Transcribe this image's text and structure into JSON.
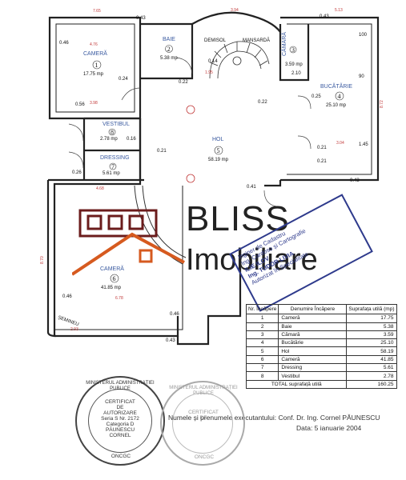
{
  "rooms": [
    {
      "name": "CAMERĂ",
      "num": "1",
      "area": "17.75 mp"
    },
    {
      "name": "BAIE",
      "num": "2",
      "area": "5.38 mp"
    },
    {
      "name": "CĂMARĂ",
      "num": "3",
      "area": "3.59 mp"
    },
    {
      "name": "BUCĂTĂRIE",
      "num": "4",
      "area": "25.10 mp"
    },
    {
      "name": "HOL",
      "num": "5",
      "area": "58.19 mp"
    },
    {
      "name": "CAMERĂ",
      "num": "6",
      "area": "41.85 mp"
    },
    {
      "name": "DRESSING",
      "num": "7",
      "area": "5.61 mp"
    },
    {
      "name": "VESTIBUL",
      "num": "8",
      "area": "2.78 mp"
    }
  ],
  "labels": {
    "demisol": "DEMISOL",
    "mansarda": "MANSARDĂ",
    "semineu": "ȘEMINEU"
  },
  "dims": {
    "d_765": "7.65",
    "d_043a": "0.43",
    "d_394": "3.94",
    "d_043b": "0.43",
    "d_513": "5.13",
    "d_046a": "0.46",
    "d_476": "4.76",
    "d_014": "0.14",
    "d_022a": "0.22",
    "d_024": "0.24",
    "d_056": "0.56",
    "d_398": "3.98",
    "d_022b": "0.22",
    "d_025": "0.25",
    "d_016": "0.16",
    "d_021a": "0.21",
    "d_026": "0.26",
    "d_021b": "0.21",
    "d_021c": "0.21",
    "d_043c": "0.43",
    "d_041": "0.41",
    "d_468": "4.68",
    "d_870": "8.70",
    "d_678": "6.78",
    "d_046b": "0.46",
    "d_046c": "0.46",
    "d_293": "2.93",
    "d_043d": "0.43",
    "d_872": "8.72",
    "d_304": "3.04",
    "d_145a": "1.45",
    "d_210": "2.10",
    "d_090": "90",
    "d_100": "100",
    "d_195": "1.95"
  },
  "logo": {
    "line1": "BLISS",
    "line2": "Imobiliare"
  },
  "stamp_rect": {
    "l1": "Inginer de Cadastru",
    "l2": "Ing. Cardoso și Cartografie",
    "l3": "ILIE ILOV",
    "l4": "Ing. TUDOR LIVIA",
    "l5": "Autorizat în Specialitate"
  },
  "table": {
    "headers": [
      "Nr. Încăpere",
      "Denumire Încăpere",
      "Suprafața utilă (mp)"
    ],
    "rows": [
      [
        "1",
        "Cameră",
        "17.75"
      ],
      [
        "2",
        "Baie",
        "5.38"
      ],
      [
        "3",
        "Cămară",
        "3.59"
      ],
      [
        "4",
        "Bucătărie",
        "25.10"
      ],
      [
        "5",
        "Hol",
        "58.19"
      ],
      [
        "6",
        "Cameră",
        "41.85"
      ],
      [
        "7",
        "Dressing",
        "5.61"
      ],
      [
        "8",
        "Vestibul",
        "2.78"
      ]
    ],
    "total_label": "TOTAL suprafață utilă",
    "total_value": "160.25"
  },
  "footer": {
    "author": "Numele și prenumele executantului: Conf. Dr. Ing. Cornel PĂUNESCU",
    "date": "Data: 5 ianuarie 2004"
  },
  "stamp_left": {
    "ring": "MINISTERUL ADMINISTRAȚIEI PUBLICE",
    "bottom": "ONCGC",
    "l1": "CERTIFICAT",
    "l2": "DE",
    "l3": "AUTORIZARE",
    "l4": "Seria S Nr. 2172",
    "l5": "Categoria D",
    "l6": "PĂUNESCU",
    "l7": "CORNEL"
  },
  "stamp_right": {
    "ring": "MINISTERUL ADMINISTRAȚIEI PUBLICE",
    "bottom": "ONCGC",
    "l1": "CERTIFICAT",
    "l2": "DE"
  }
}
